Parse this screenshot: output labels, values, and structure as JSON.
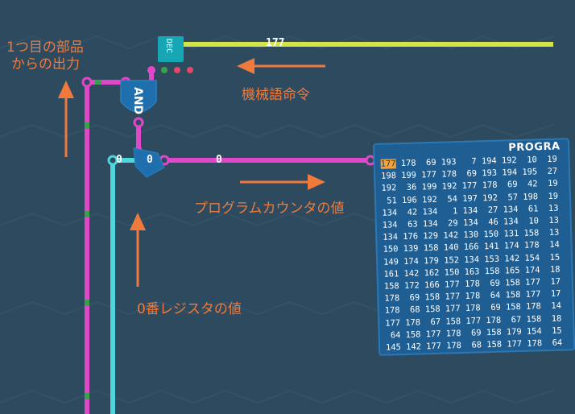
{
  "annotations": {
    "component_output_line1": "1つ目の部品",
    "component_output_line2": "からの出力",
    "machine_instruction": "機械語命令",
    "program_counter": "プログラムカウンタの値",
    "register0": "0番レジスタの値"
  },
  "wire_values": {
    "yellow_bus": "177",
    "magenta_out": "0",
    "cyan_left": "0",
    "cyan_right": "0"
  },
  "components": {
    "decoder_label": "DEC",
    "and_label": "AND"
  },
  "program": {
    "title": "PROGRA",
    "rows": [
      [
        "177",
        "178",
        "69",
        "193",
        "7",
        "194",
        "192",
        "10",
        "19"
      ],
      [
        "198",
        "199",
        "177",
        "178",
        "69",
        "193",
        "194",
        "195",
        "27"
      ],
      [
        "192",
        "36",
        "199",
        "192",
        "177",
        "178",
        "69",
        "42",
        "19"
      ],
      [
        "51",
        "196",
        "192",
        "54",
        "197",
        "192",
        "57",
        "198",
        "19"
      ],
      [
        "134",
        "42",
        "134",
        "1",
        "134",
        "27",
        "134",
        "61",
        "13"
      ],
      [
        "134",
        "63",
        "134",
        "29",
        "134",
        "46",
        "134",
        "10",
        "13"
      ],
      [
        "134",
        "176",
        "129",
        "142",
        "130",
        "150",
        "131",
        "158",
        "13"
      ],
      [
        "150",
        "139",
        "158",
        "140",
        "166",
        "141",
        "174",
        "178",
        "14"
      ],
      [
        "149",
        "174",
        "179",
        "152",
        "134",
        "153",
        "142",
        "154",
        "15"
      ],
      [
        "161",
        "142",
        "162",
        "150",
        "163",
        "158",
        "165",
        "174",
        "18"
      ],
      [
        "158",
        "172",
        "166",
        "177",
        "178",
        "69",
        "158",
        "177",
        "17"
      ],
      [
        "178",
        "69",
        "158",
        "177",
        "178",
        "64",
        "158",
        "177",
        "17"
      ],
      [
        "178",
        "68",
        "158",
        "177",
        "178",
        "69",
        "158",
        "178",
        "14"
      ],
      [
        "177",
        "178",
        "67",
        "158",
        "177",
        "178",
        "67",
        "158",
        "18"
      ],
      [
        "64",
        "158",
        "177",
        "178",
        "69",
        "158",
        "179",
        "154",
        "15"
      ],
      [
        "145",
        "142",
        "177",
        "178",
        "68",
        "158",
        "177",
        "178",
        "64"
      ]
    ]
  },
  "colors": {
    "background": "#2e4a5f",
    "yellow_wire": "#d4e34a",
    "magenta_wire": "#e047c9",
    "cyan_wire": "#4fd6dc",
    "annotation": "#f07a3c",
    "panel": "#1f5e93",
    "highlight": "#f2a23a"
  }
}
